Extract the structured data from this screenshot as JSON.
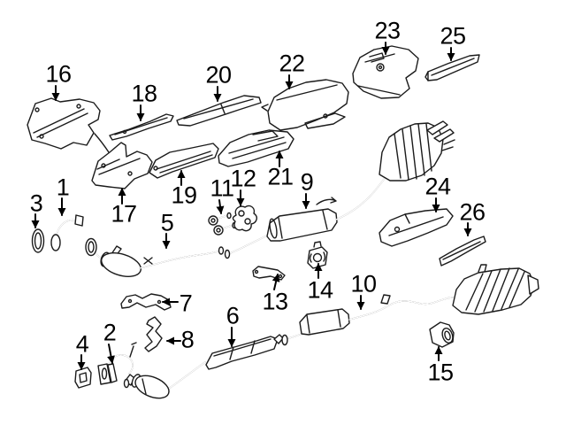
{
  "colors": {
    "background": "#ffffff",
    "ink": "#1b1b1b"
  },
  "callouts": [
    {
      "number": "1",
      "arrow": "down"
    },
    {
      "number": "2",
      "arrow": "down"
    },
    {
      "number": "3",
      "arrow": "down"
    },
    {
      "number": "4",
      "arrow": "down"
    },
    {
      "number": "5",
      "arrow": "down"
    },
    {
      "number": "6",
      "arrow": "down"
    },
    {
      "number": "7",
      "arrow": "left"
    },
    {
      "number": "8",
      "arrow": "left"
    },
    {
      "number": "9",
      "arrow": "down"
    },
    {
      "number": "10",
      "arrow": "down"
    },
    {
      "number": "11",
      "arrow": "down"
    },
    {
      "number": "12",
      "arrow": "down"
    },
    {
      "number": "13",
      "arrow": "up"
    },
    {
      "number": "14",
      "arrow": "up"
    },
    {
      "number": "15",
      "arrow": "up"
    },
    {
      "number": "16",
      "arrow": "down"
    },
    {
      "number": "17",
      "arrow": "up"
    },
    {
      "number": "18",
      "arrow": "down"
    },
    {
      "number": "19",
      "arrow": "up"
    },
    {
      "number": "20",
      "arrow": "down"
    },
    {
      "number": "21",
      "arrow": "up"
    },
    {
      "number": "22",
      "arrow": "down"
    },
    {
      "number": "23",
      "arrow": "down"
    },
    {
      "number": "24",
      "arrow": "down"
    },
    {
      "number": "25",
      "arrow": "down"
    },
    {
      "number": "26",
      "arrow": "down"
    }
  ]
}
